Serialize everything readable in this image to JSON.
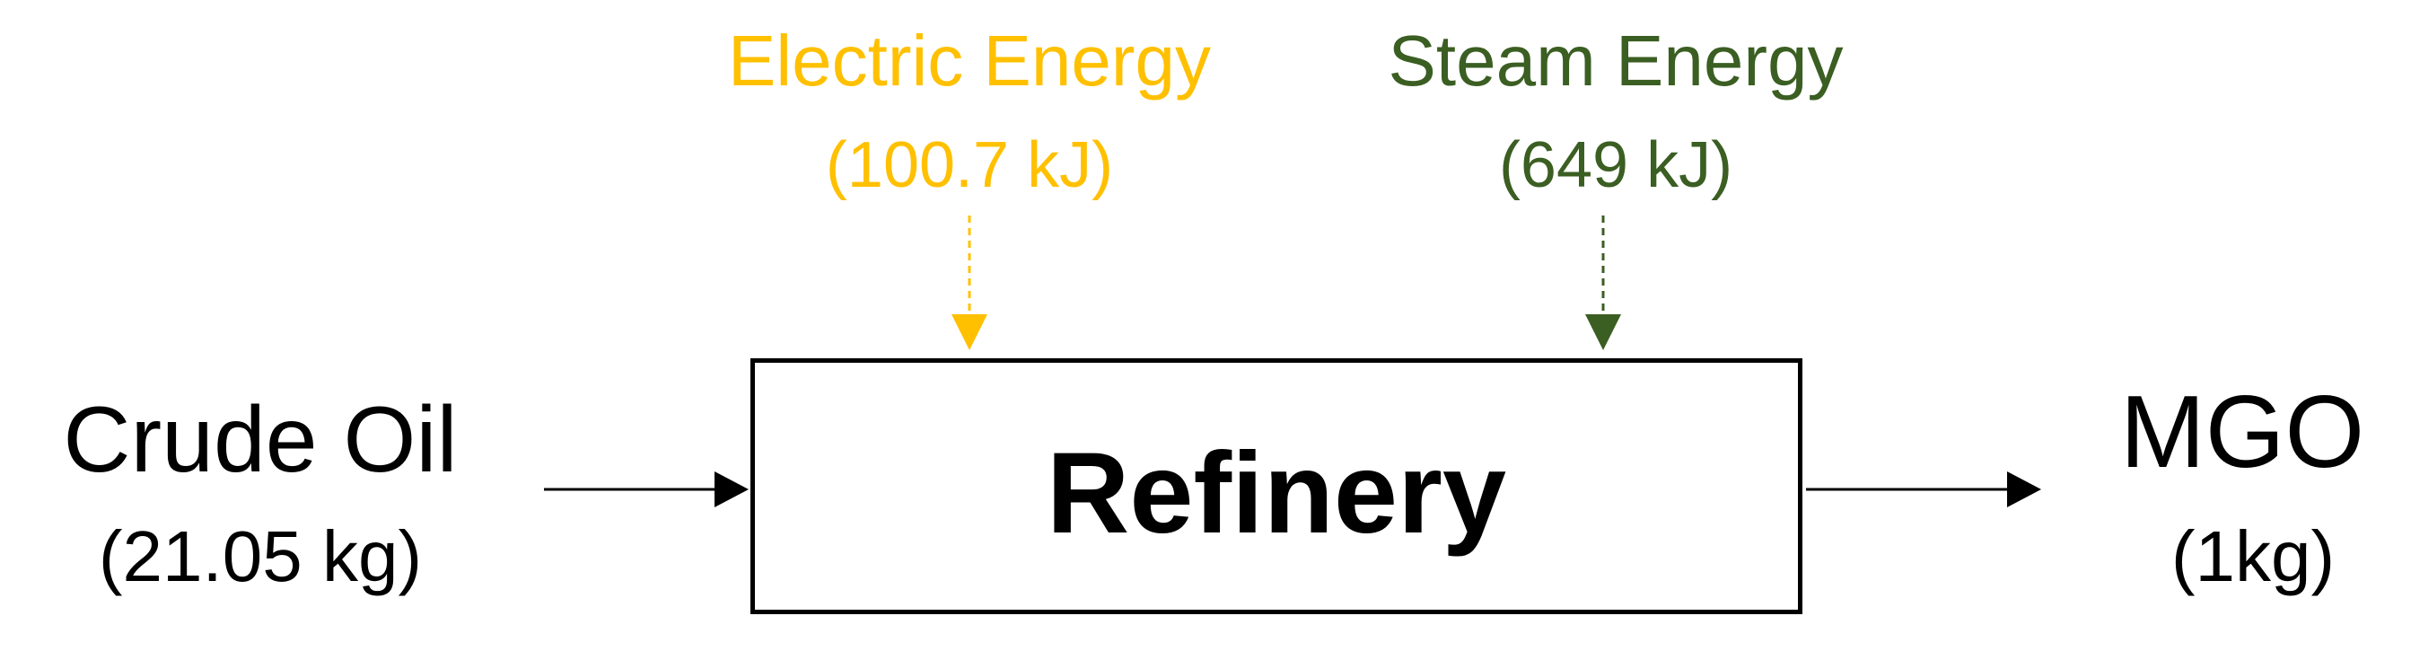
{
  "inputs": {
    "electric": {
      "title": "Electric Energy",
      "value": "(100.7 kJ)",
      "color": "#FFC000"
    },
    "steam": {
      "title": "Steam Energy",
      "value": "(649 kJ)",
      "color": "#3B5E22"
    },
    "crude": {
      "title": "Crude Oil",
      "value": "(21.05 kg)"
    }
  },
  "process": {
    "label": "Refinery"
  },
  "output": {
    "title": "MGO",
    "value": "(1kg)"
  }
}
